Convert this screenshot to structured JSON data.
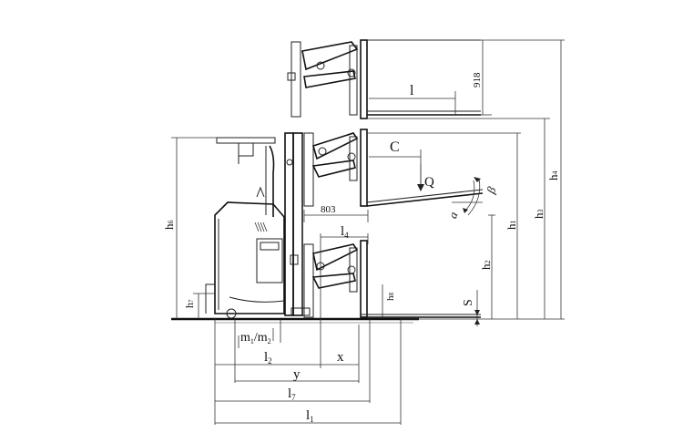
{
  "labels": {
    "l": "l",
    "dim_918": "918",
    "C": "C",
    "Q": "Q",
    "a": "a",
    "b": "β",
    "dim_803": "803",
    "l4": "l",
    "l4_sub": "4",
    "h1": "h",
    "h1_sub": "1",
    "h2": "h",
    "h2_sub": "2",
    "h3": "h",
    "h3_sub": "3",
    "h4": "h",
    "h4_sub": "4",
    "h6": "h",
    "h6_sub": "6",
    "h7": "h",
    "h7_sub": "7",
    "h8": "h",
    "h8_sub": "8",
    "S": "S",
    "m1m2": "m",
    "m1_sub": "1",
    "m_sep": "/m",
    "m2_sub": "2",
    "l2": "l",
    "l2_sub": "2",
    "x": "x",
    "y": "y",
    "l7": "l",
    "l7_sub": "7",
    "l1": "l",
    "l1_sub": "1"
  }
}
